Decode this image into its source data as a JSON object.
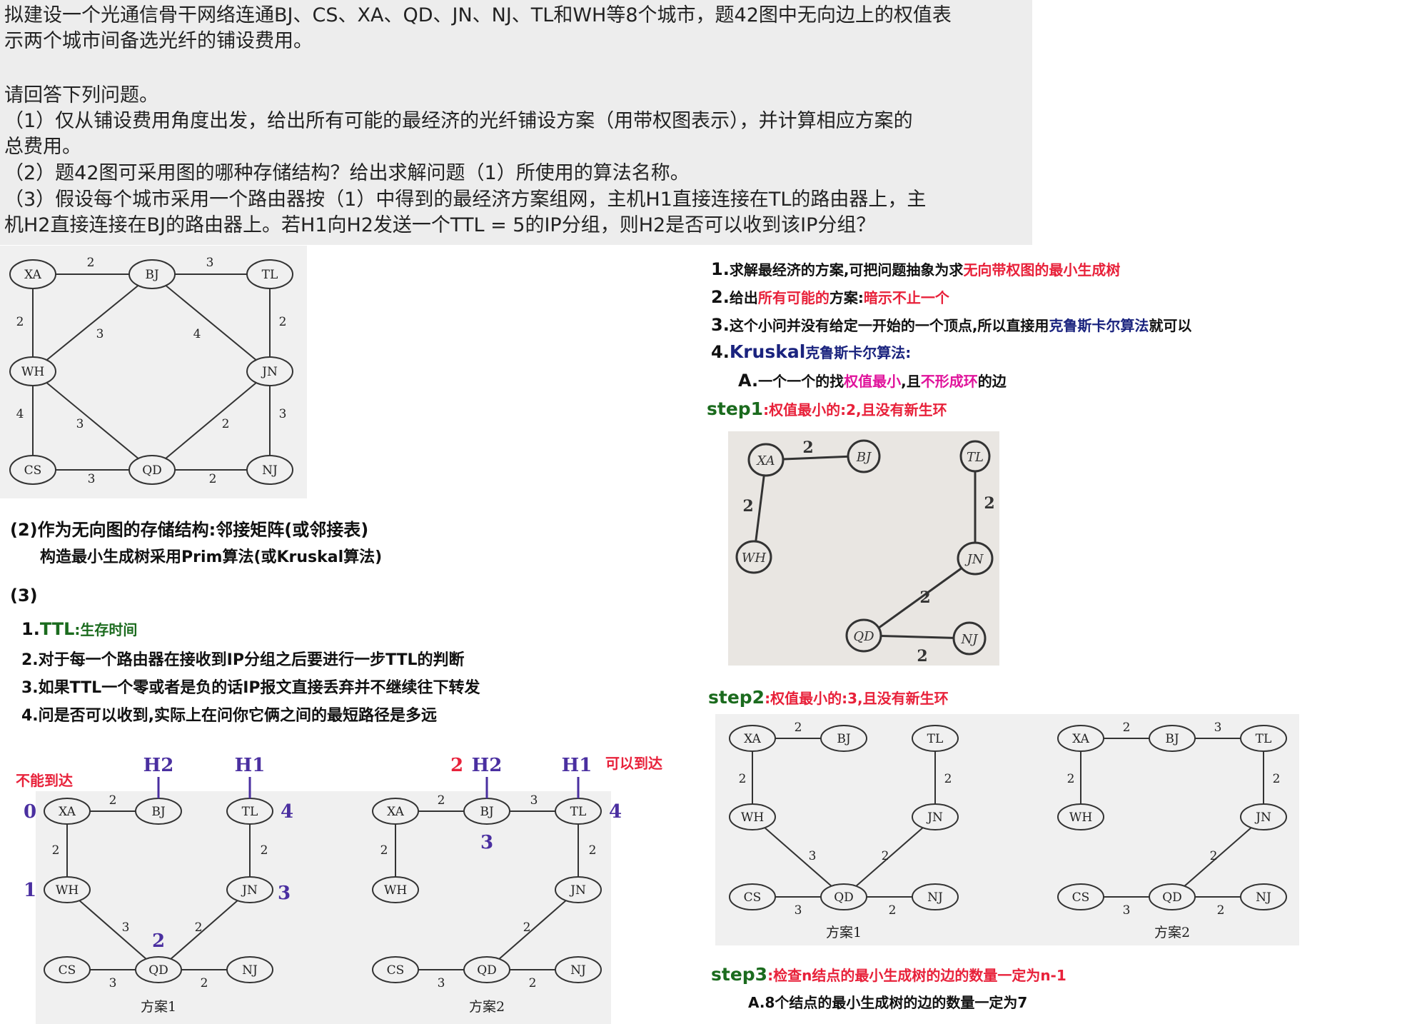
{
  "question": {
    "lines": [
      "拟建设一个光通信骨干网络连通BJ、CS、XA、QD、JN、NJ、TL和WH等8个城市，题42图中无向边上的权值表",
      "示两个城市间备选光纤的铺设费用。",
      "",
      "请回答下列问题。",
      "（1）仅从铺设费用角度出发，给出所有可能的最经济的光纤铺设方案（用带权图表示），并计算相应方案的",
      "总费用。",
      "（2）题42图可采用图的哪种存储结构？给出求解问题（1）所使用的算法名称。",
      "（3）假设每个城市采用一个路由器按（1）中得到的最经济方案组网，主机H1直接连接在TL的路由器上，主",
      "机H2直接连接在BJ的路由器上。若H1向H2发送一个TTL = 5的IP分组，则H2是否可以收到该IP分组？"
    ]
  },
  "notes_right": {
    "n1": [
      "1.",
      "求解最经济的方案,可把问题抽象为求",
      "无向带权图的最小生成树"
    ],
    "n2": [
      "2.",
      "给出",
      "所有可能的",
      "方案:",
      "暗示不止一个"
    ],
    "n3": [
      "3.",
      "这个小问并没有给定一开始的一个顶点,所以直接用",
      "克鲁斯卡尔算法",
      "就可以"
    ],
    "n4": [
      "4.",
      "Kruskal",
      "克鲁斯卡尔算法:"
    ],
    "nA": [
      "A.",
      "一个一个的找",
      "权值最小",
      ",且",
      "不形成环",
      "的边"
    ],
    "step1": [
      "step1",
      ":权值最小的:2,且没有新生环"
    ],
    "step2": [
      "step2",
      ":权值最小的:3,且没有新生环"
    ],
    "step3": [
      "step3",
      ":检查n结点的最小生成树的边的数量一定为n-1"
    ],
    "step3A": "A.8个结点的最小生成树的边的数量一定为7"
  },
  "notes_left": {
    "p2_line1": "(2)作为无向图的存储结构:邻接矩阵(或邻接表)",
    "p2_line2": "构造最小生成树采用Prim算法(或Kruskal算法)",
    "p3_title": "(3)",
    "p3_1": [
      "1.",
      "TTL",
      ":生存时间"
    ],
    "p3_2": "2.对于每一个路由器在接收到IP分组之后要进行一步TTL的判断",
    "p3_3": "3.如果TTL一个零或者是负的话IP报文直接丢弃并不继续往下转发",
    "p3_4": "4.问是否可以收到,实际上在问你它俩之间的最短路径是多远"
  },
  "graph_labels": {
    "nodes": [
      "XA",
      "BJ",
      "TL",
      "WH",
      "JN",
      "CS",
      "QD",
      "NJ"
    ],
    "main_weights": [
      "2",
      "3",
      "2",
      "3",
      "4",
      "2",
      "4",
      "3",
      "2",
      "3",
      "3",
      "2"
    ],
    "step1_weights": [
      "2",
      "2",
      "2",
      "2",
      "2"
    ],
    "scheme1_caption": "方案1",
    "scheme2_caption": "方案2",
    "s1_weights": [
      "2",
      "2",
      "2",
      "3",
      "2",
      "3",
      "2"
    ],
    "s2_weights": [
      "2",
      "3",
      "2",
      "2",
      "2",
      "3",
      "2"
    ]
  },
  "bottom_annotations": {
    "left_status": "不能到达",
    "right_status": "可以到达",
    "h1": "H1",
    "h2": "H2",
    "left_hops": [
      "0",
      "1",
      "2",
      "3",
      "4"
    ],
    "right_hops": [
      "2",
      "3",
      "4"
    ]
  },
  "colors": {
    "black": "#111111",
    "red": "#e8213a",
    "green": "#1b6b1e",
    "navy": "#1a237e",
    "purple": "#4a2fa0",
    "magenta": "#e0139b",
    "question_bg": "#ededed"
  }
}
